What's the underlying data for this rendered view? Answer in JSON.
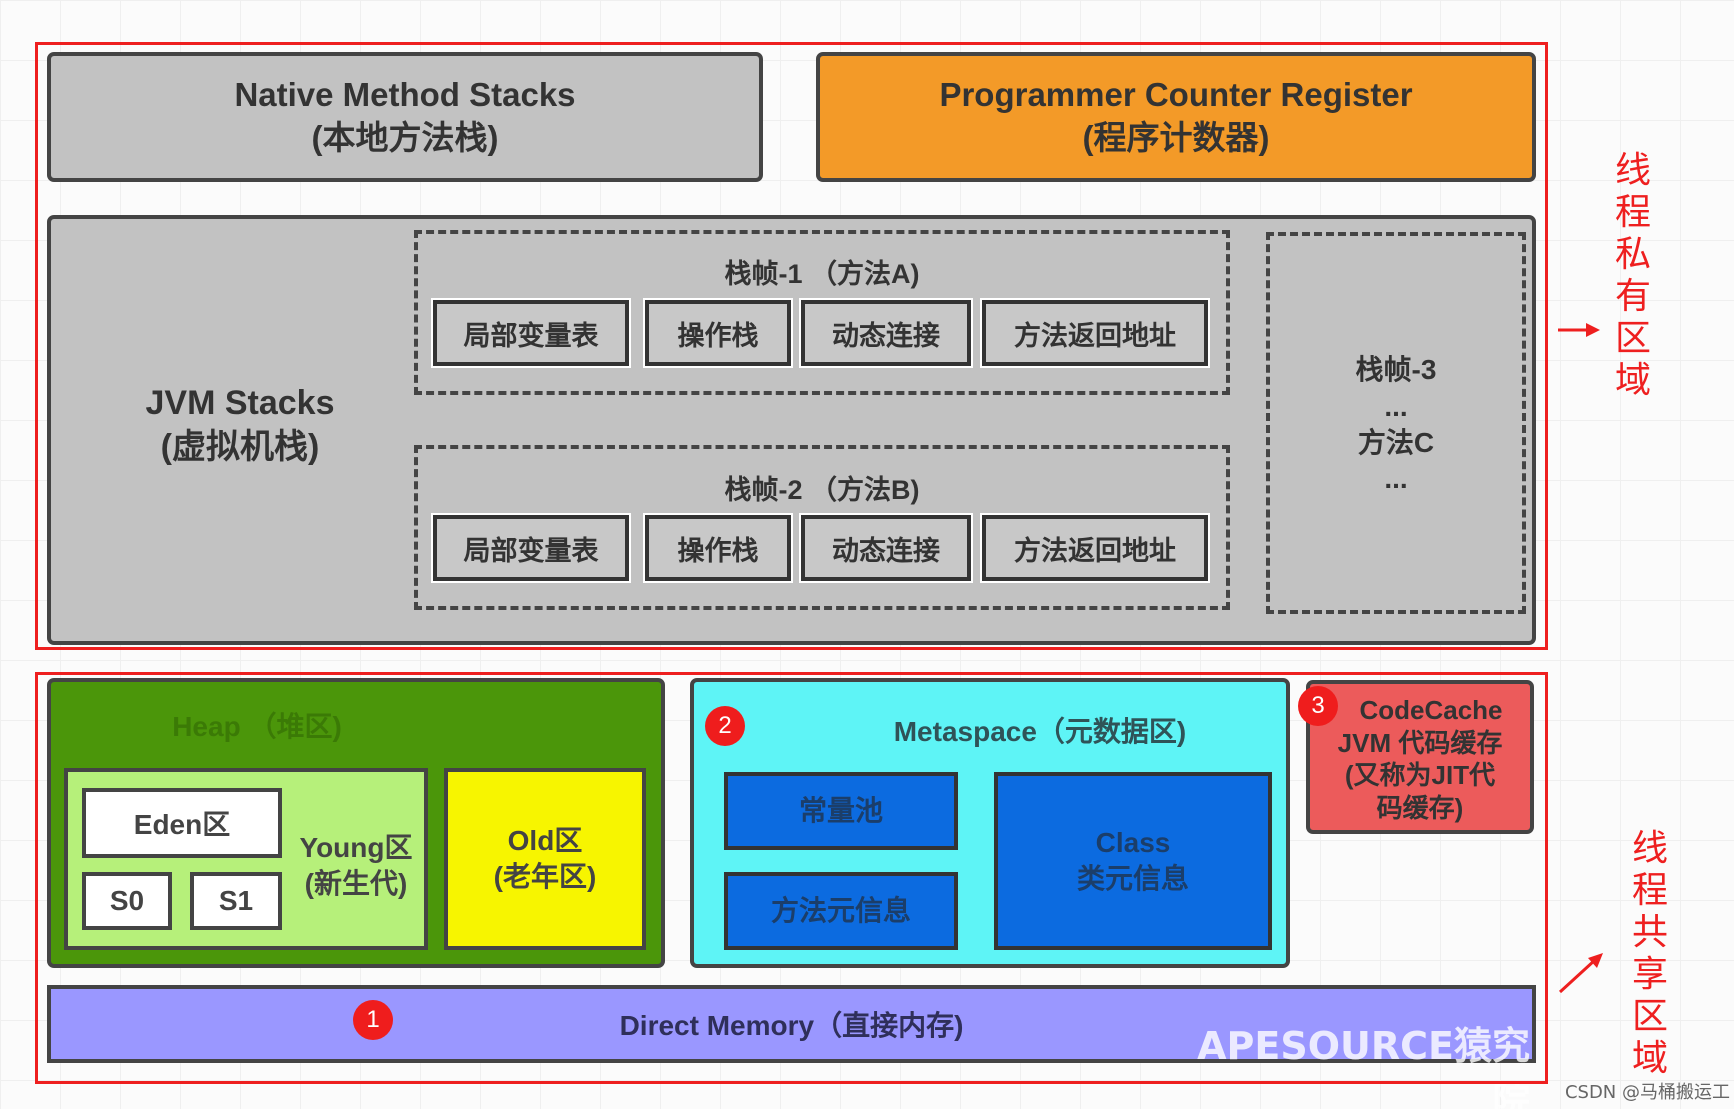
{
  "private": {
    "native_stacks": {
      "line1": "Native Method Stacks",
      "line2": "(本地方法栈)"
    },
    "pc_register": {
      "line1": "Programmer Counter Register",
      "line2": "(程序计数器)"
    },
    "jvm_stacks": {
      "line1": "JVM Stacks",
      "line2": "(虚拟机栈)"
    },
    "frame1": {
      "title": "栈帧-1 （方法A)",
      "cells": [
        "局部变量表",
        "操作栈",
        "动态连接",
        "方法返回地址"
      ]
    },
    "frame2": {
      "title": "栈帧-2 （方法B)",
      "cells": [
        "局部变量表",
        "操作栈",
        "动态连接",
        "方法返回地址"
      ]
    },
    "frame3": {
      "line1": "栈帧-3",
      "line2": "...",
      "line3": "方法C",
      "line4": "..."
    },
    "label": "线\n程\n私\n有\n区\n域"
  },
  "shared": {
    "heap": {
      "title": "Heap （堆区)",
      "eden": "Eden区",
      "s0": "S0",
      "s1": "S1",
      "young": {
        "line1": "Young区",
        "line2": "(新生代)"
      },
      "old": {
        "line1": "Old区",
        "line2": "(老年区)"
      }
    },
    "metaspace": {
      "title": "Metaspace（元数据区)",
      "constant_pool": "常量池",
      "method_meta": "方法元信息",
      "class_meta": {
        "line1": "Class",
        "line2": "类元信息"
      }
    },
    "codecache": {
      "line1": "CodeCache",
      "line2": "JVM 代码缓存",
      "line3": "(又称为JIT代",
      "line4": "码缓存)"
    },
    "direct_memory": "Direct Memory（直接内存)",
    "watermark": "APESOURCE猿究院",
    "label": "线\n程\n共\n享\n区\n域"
  },
  "badges": {
    "b1": "1",
    "b2": "2",
    "b3": "3"
  },
  "credit": "CSDN @马桶搬运工",
  "colors": {
    "region_border": "#ee1f1f",
    "native_stacks": "#c2c2c2",
    "pc_register": "#f39a28",
    "heap": "#4b960a",
    "young": "#b6f07a",
    "old": "#f7f500",
    "metaspace": "#5ef4f6",
    "metaspace_inner": "#0c6be0",
    "codecache": "#ec5b5b",
    "direct_memory": "#9a97ff"
  }
}
